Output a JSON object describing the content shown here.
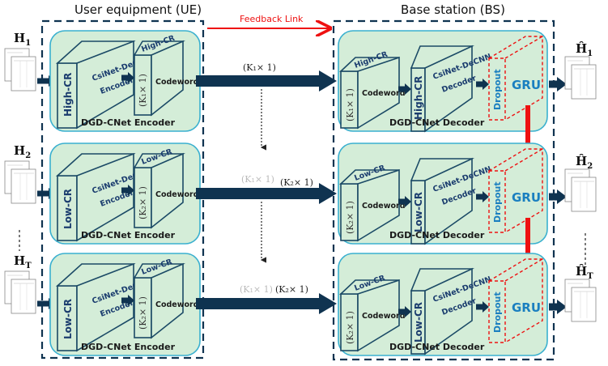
{
  "sections": {
    "ue_title": "User equipment (UE)",
    "bs_title": "Base station (BS)",
    "feedback_label": "Feedback Link"
  },
  "inputs": [
    {
      "label": "H",
      "sub": "1"
    },
    {
      "label": "H",
      "sub": "2"
    },
    {
      "label": "H",
      "sub": "T"
    }
  ],
  "outputs": [
    {
      "label": "Ĥ",
      "sub": "1"
    },
    {
      "label": "Ĥ",
      "sub": "2"
    },
    {
      "label": "Ĥ",
      "sub": "T"
    }
  ],
  "encoders": [
    {
      "title": "DGD-CNet Encoder",
      "cr": "High-CR",
      "net_line1": "CsiNet-DeCNN",
      "net_line2": "Encoder",
      "codeword": "Codeword",
      "dim": "(K₁× 1)"
    },
    {
      "title": "DGD-CNet Encoder",
      "cr": "Low-CR",
      "net_line1": "CsiNet-DeCNN",
      "net_line2": "Encoder",
      "codeword": "Codeword",
      "dim": "(K₂× 1)"
    },
    {
      "title": "DGD-CNet Encoder",
      "cr": "Low-CR",
      "net_line1": "CsiNet-DeCNN",
      "net_line2": "Encoder",
      "codeword": "Codeword",
      "dim": "(K₂× 1)"
    }
  ],
  "decoders": [
    {
      "title": "DGD-CNet Decoder",
      "cr": "High-CR",
      "net_line1": "CsiNet-DeCNN",
      "net_line2": "Decoder",
      "codeword": "Codeword",
      "dim": "(K₁× 1)",
      "dropout": "Dropout",
      "gru": "GRU"
    },
    {
      "title": "DGD-CNet Decoder",
      "cr": "Low-CR",
      "net_line1": "CsiNet-DeCNN",
      "net_line2": "Decoder",
      "codeword": "Codeword",
      "dim": "(K₂× 1)",
      "dropout": "Dropout",
      "gru": "GRU"
    },
    {
      "title": "DGD-CNet Decoder",
      "cr": "Low-CR",
      "net_line1": "CsiNet-DeCNN",
      "net_line2": "Decoder",
      "codeword": "Codeword",
      "dim": "(K₂× 1)",
      "dropout": "Dropout",
      "gru": "GRU"
    }
  ],
  "links": [
    {
      "faded": "",
      "main": "(K₁× 1)"
    },
    {
      "faded": "(K₁× 1)",
      "main": "(K₂× 1)"
    },
    {
      "faded": "(K₁× 1)",
      "main": "(K₂× 1)"
    }
  ],
  "colors": {
    "dark_navy": "#0f3350",
    "block_fill": "#d4edd8",
    "block_border": "#3ab0cf",
    "feedback_red": "#ee1111",
    "gru_blue": "#1a7fc0",
    "label_blue": "#1a3c6e"
  }
}
